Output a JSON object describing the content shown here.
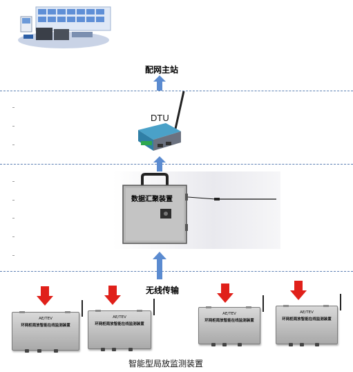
{
  "labels": {
    "master_station": "配网主站",
    "dtu": "DTU",
    "aggregator": "数据汇聚装置",
    "wireless": "无线传输",
    "pd_device_group": "智能型局放监测装置"
  },
  "field_device": {
    "line1": "AE/TEV",
    "line2": "环网柜局放智能在线监测装置"
  },
  "colors": {
    "up_arrow": "#5b8bd0",
    "down_arrow": "#e0201a",
    "dashed_line": "#5b7fb3"
  }
}
